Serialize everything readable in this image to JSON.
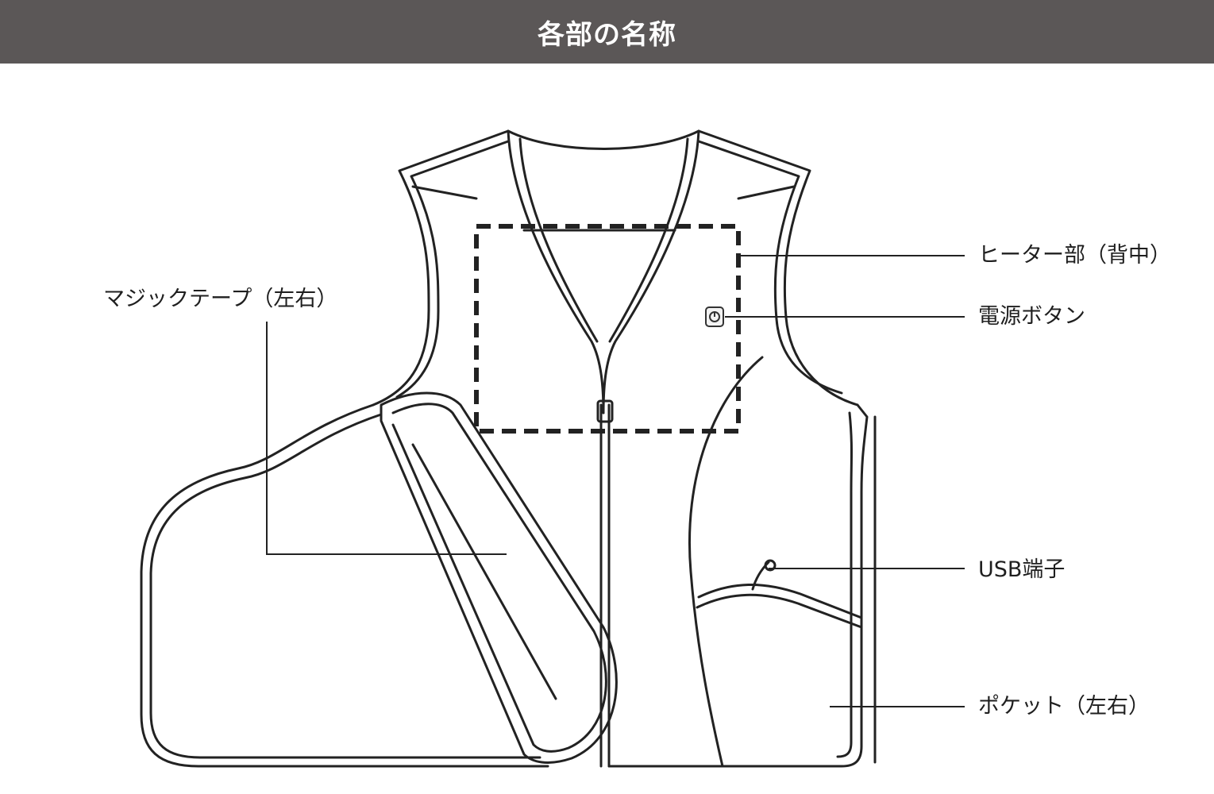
{
  "header": {
    "title": "各部の名称"
  },
  "labels": {
    "heater": "ヒーター部（背中）",
    "power_button": "電源ボタン",
    "usb_port": "USB端子",
    "pocket": "ポケット（左右）",
    "velcro": "マジックテープ（左右）"
  },
  "colors": {
    "header_bg": "#5b5757",
    "header_text": "#ffffff",
    "line": "#222222",
    "background": "#ffffff"
  }
}
